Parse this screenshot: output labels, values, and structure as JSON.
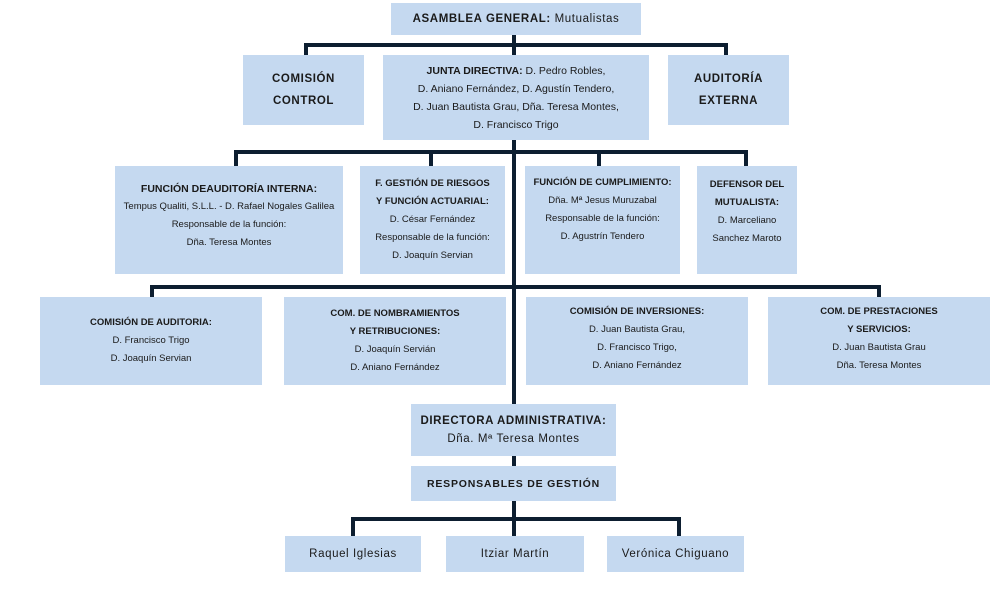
{
  "asamblea": {
    "label": "ASAMBLEA GENERAL:",
    "value": "Mutualistas"
  },
  "comision_control": {
    "line1": "COMISIÓN",
    "line2": "CONTROL"
  },
  "junta": {
    "label": "JUNTA DIRECTIVA:",
    "line1": "D. Pedro Robles,",
    "line2": "D. Aniano Fernández, D. Agustín Tendero,",
    "line3": "D. Juan Bautista Grau, Dña. Teresa Montes,",
    "line4": "D. Francisco Trigo"
  },
  "auditoria_externa": {
    "line1": "AUDITORÍA",
    "line2": "EXTERNA"
  },
  "funcion_auditoria": {
    "title": "FUNCIÓN DEAUDITORÍA INTERNA:",
    "line1": "Tempus Qualiti, S.L.L. - D. Rafael Nogales Galilea",
    "line2": "Responsable de la función:",
    "line3": "Dña. Teresa Montes"
  },
  "gestion_riesgos": {
    "title1": "F. GESTIÓN DE RIESGOS",
    "title2": "Y FUNCIÓN ACTUARIAL:",
    "line1": "D. César Fernández",
    "line2": "Responsable de la función:",
    "line3": "D. Joaquín Servian"
  },
  "cumplimiento": {
    "title": "FUNCIÓN DE CUMPLIMIENTO:",
    "line1": "Dña. Mª Jesus Muruzabal",
    "line2": "Responsable de la función:",
    "line3": "D. Agustrín Tendero"
  },
  "defensor": {
    "title1": "DEFENSOR DEL",
    "title2": "MUTUALISTA:",
    "line1": "D. Marceliano",
    "line2": "Sanchez Maroto"
  },
  "com_auditoria": {
    "title": "COMISIÓN DE AUDITORIA:",
    "line1": "D. Francisco Trigo",
    "line2": "D. Joaquín Servian"
  },
  "com_nombramientos": {
    "title1": "COM. DE NOMBRAMIENTOS",
    "title2": "Y RETRIBUCIONES:",
    "line1": "D. Joaquín Servián",
    "line2": "D. Aniano Fernández"
  },
  "com_inversiones": {
    "title": "COMISIÓN DE INVERSIONES:",
    "line1": "D. Juan Bautista Grau,",
    "line2": "D. Francisco Trigo,",
    "line3": "D. Aniano Fernández"
  },
  "com_prestaciones": {
    "title1": "COM. DE PRESTACIONES",
    "title2": "Y SERVICIOS:",
    "line1": "D. Juan Bautista Grau",
    "line2": "Dña. Teresa Montes"
  },
  "directora": {
    "title": "DIRECTORA ADMINISTRATIVA:",
    "name": "Dña. Mª Teresa Montes"
  },
  "responsables": {
    "title": "RESPONSABLES DE GESTIÓN"
  },
  "staff": [
    "Raquel Iglesias",
    "Itziar Martín",
    "Verónica Chiguano"
  ],
  "colors": {
    "box": "#c5d9f0",
    "line": "#0d1e30"
  }
}
